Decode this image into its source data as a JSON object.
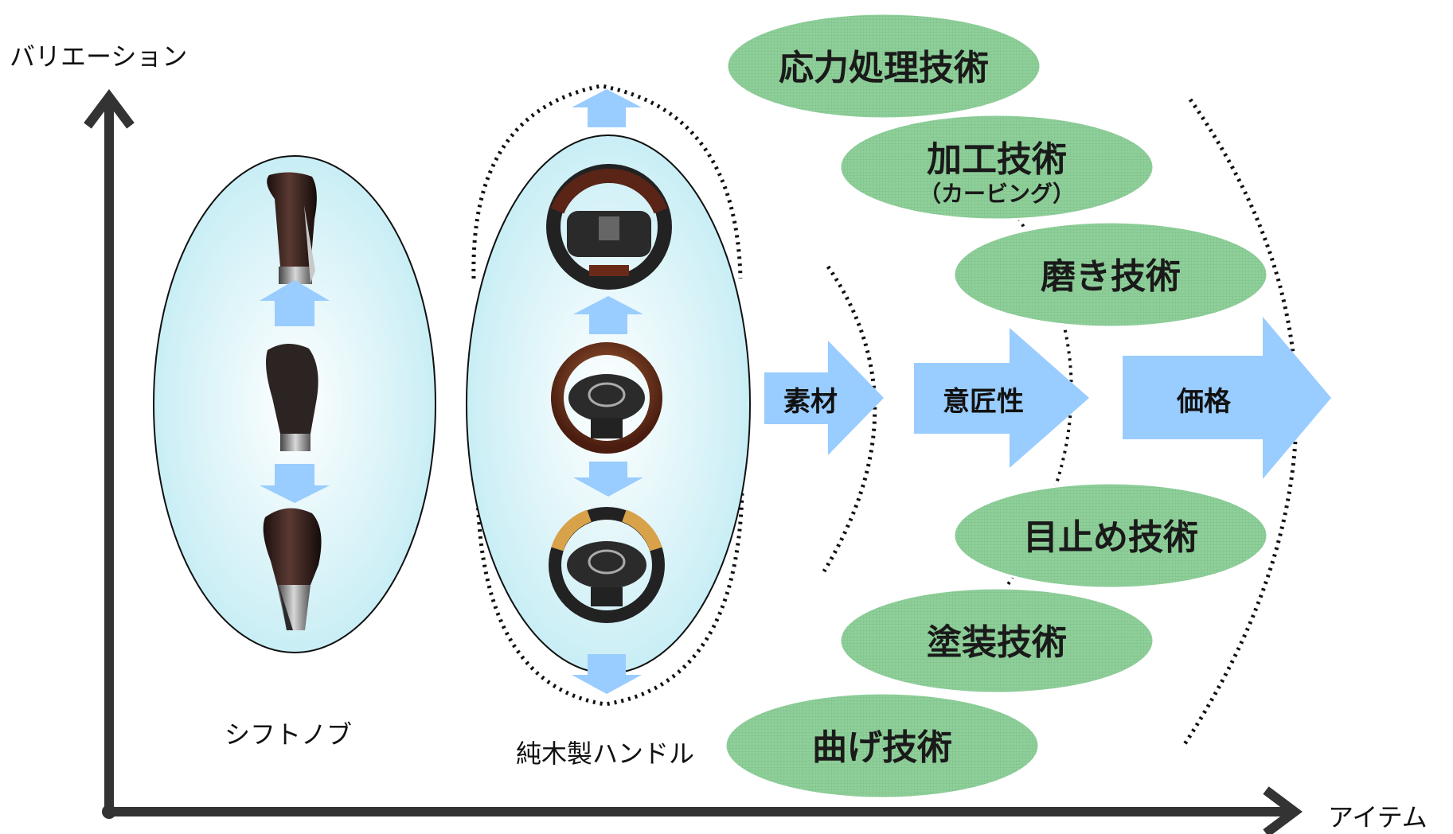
{
  "axes": {
    "y_label": "バリエーション",
    "x_label": "アイテム"
  },
  "groups": {
    "shift_knob": "シフトノブ",
    "steering": "純木製ハンドル"
  },
  "arrows": {
    "material": "素材",
    "design": "意匠性",
    "price": "価格"
  },
  "techniques": {
    "stress": "応力処理技術",
    "processing": "加工技術",
    "processing_sub": "（カービング）",
    "polishing": "磨き技術",
    "sealing": "目止め技術",
    "painting": "塗装技術",
    "bending": "曲げ技術"
  },
  "colors": {
    "ellipse_fill": "#8fcf9a",
    "ellipse_edge": "#ffffff",
    "arrow_fill": "#99ccff",
    "group_fill": "#d6f3f7",
    "axis": "#333333"
  }
}
